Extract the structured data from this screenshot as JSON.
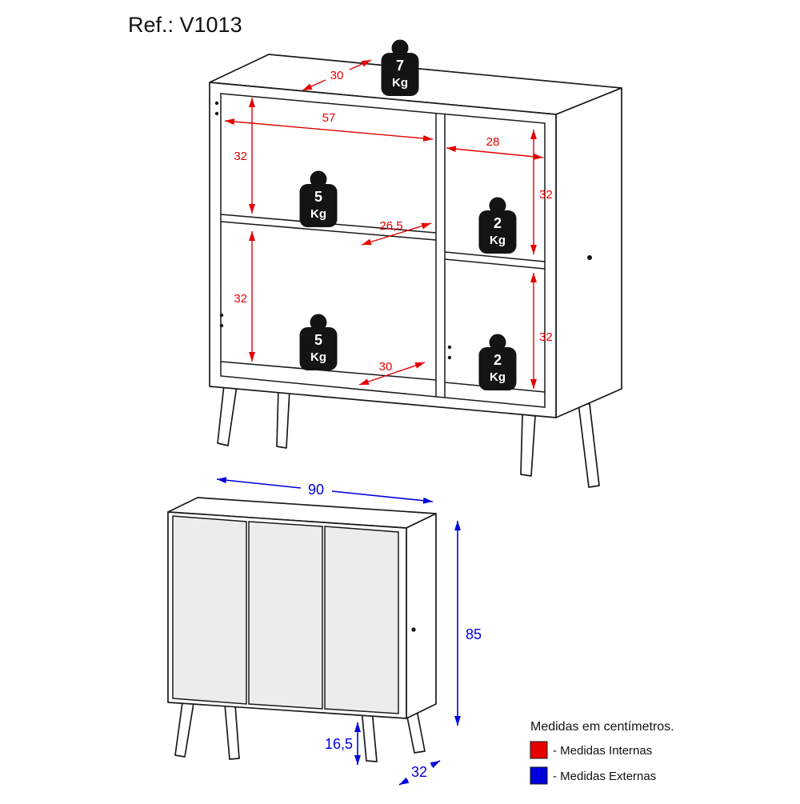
{
  "title": "Ref.: V1013",
  "colors": {
    "internal_red": "#e60000",
    "external_blue": "#0000dd"
  },
  "perspective_view": {
    "dims": {
      "top_depth": "30",
      "left_width": "57",
      "right_width": "28",
      "left_upper_height": "32",
      "left_lower_height": "32",
      "right_upper_height": "32",
      "right_lower_height": "32",
      "shelf_depth": "26,5",
      "bottom_depth": "30"
    },
    "weights": {
      "top": {
        "value": "7",
        "unit": "Kg"
      },
      "left_shelf": {
        "value": "5",
        "unit": "Kg"
      },
      "right_shelf": {
        "value": "2",
        "unit": "Kg"
      },
      "left_bottom": {
        "value": "5",
        "unit": "Kg"
      },
      "right_bottom": {
        "value": "2",
        "unit": "Kg"
      }
    }
  },
  "front_view": {
    "dims": {
      "width": "90",
      "height": "85",
      "leg_height": "16,5",
      "depth": "32"
    }
  },
  "legend": {
    "title": "Medidas em centímetros.",
    "internal_label": "- Medidas Internas",
    "external_label": "- Medidas Externas"
  }
}
